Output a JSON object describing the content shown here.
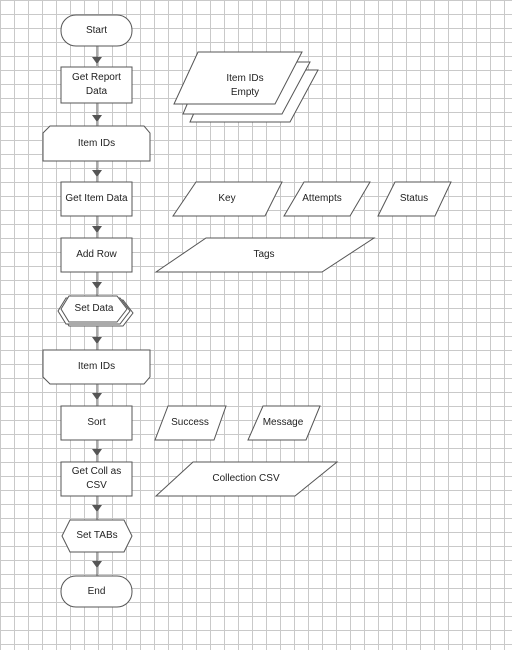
{
  "colors": {
    "grid": "#c9c9c9",
    "shape_fill": "#ffffff",
    "stroke": "#555555",
    "connector": "#555555"
  },
  "flow": {
    "start": "Start",
    "get_report_data": "Get Report\nData",
    "item_ids_1": "Item IDs",
    "get_item_data": "Get Item Data",
    "add_row": "Add Row",
    "set_data": "Set Data",
    "item_ids_2": "Item IDs",
    "sort": "Sort",
    "get_coll_csv": "Get Coll as CSV",
    "set_tabs": "Set TABs",
    "end": "End"
  },
  "data_items": {
    "item_ids_empty": "Item IDs\nEmpty",
    "key": "Key",
    "attempts": "Attempts",
    "status": "Status",
    "tags": "Tags",
    "success": "Success",
    "message": "Message",
    "collection_csv": "Collection CSV"
  }
}
